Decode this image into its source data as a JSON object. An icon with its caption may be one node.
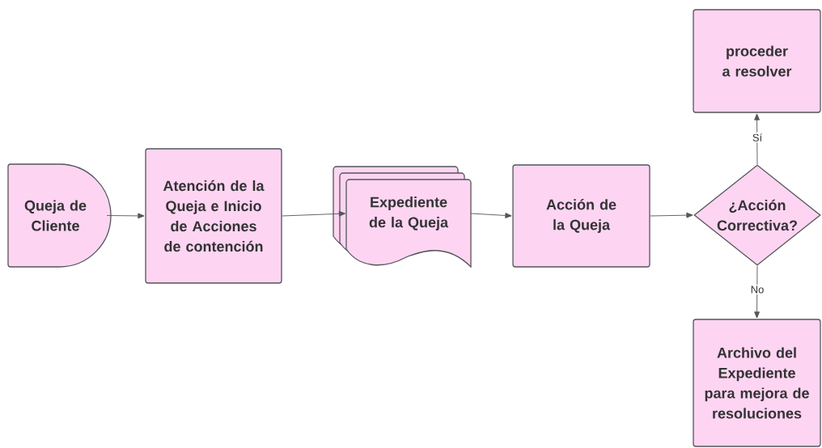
{
  "diagram": {
    "nodes": [
      {
        "text": [
          "Queja de Cliente"
        ]
      },
      {
        "text": [
          "Atención de la Queja e Inicio de Acciones de contención"
        ]
      },
      {
        "text": [
          "Expediente de la Queja"
        ]
      },
      {
        "text": [
          "Acción de la Queja"
        ]
      },
      {
        "text": [
          "¿Acción Correctiva?"
        ]
      },
      {
        "text": [
          "proceder a resolver"
        ]
      },
      {
        "text": [
          "Archivo del Expediente para mejora de resoluciones"
        ]
      }
    ],
    "edges": [
      {
        "from": 0,
        "to": 1,
        "arrow": "to"
      },
      {
        "from": 1,
        "to": 2,
        "arrow": "to"
      },
      {
        "from": 2,
        "to": 3,
        "arrow": "to"
      },
      {
        "from": 3,
        "to": 4,
        "arrow": "to"
      },
      {
        "from": 4,
        "to": 5,
        "arrow": "to",
        "label": "Sí"
      },
      {
        "from": 4,
        "to": 6,
        "arrow": "to",
        "label": "No"
      }
    ]
  }
}
